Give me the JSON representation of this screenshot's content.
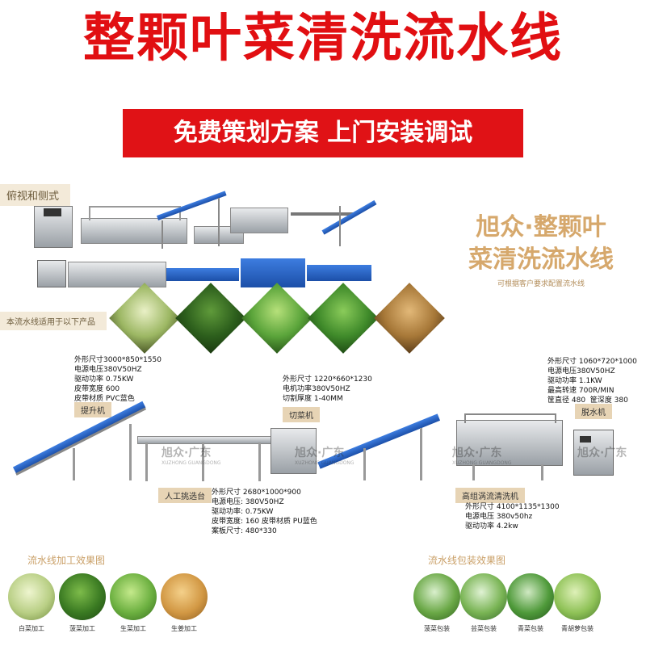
{
  "header": {
    "title": "整颗叶菜清洗流水线",
    "subtitle": "免费策划方案 上门安装调试"
  },
  "overview_tag": "俯视和侧式",
  "brand": {
    "line1": "旭众·整颗叶",
    "line2": "菜清洗流水线",
    "note": "可根据客户要求配置流水线"
  },
  "products_tag": "本流水线适用于以下产品",
  "machines": {
    "lift": {
      "label": "提升机",
      "spec": "外形尺寸3000*850*1550\n电源电压380V50HZ\n驱动功率 0.75KW\n皮带宽度 600\n皮带材质 PVC蓝色"
    },
    "cutter": {
      "label": "切菜机",
      "spec": "外形尺寸 1220*660*1230\n电机功率380V50HZ\n切割厚度 1-40MM"
    },
    "dewater": {
      "label": "脱水机",
      "spec": "外形尺寸 1060*720*1000\n电源电压380V50HZ\n驱动功率 1.1KW\n最高转速 700R/MIN\n筐直径 480  筐深度 380"
    },
    "picking": {
      "label": "人工挑选台",
      "spec": "外形尺寸 2680*1000*900\n电源电压: 380V50HZ\n驱动功率: 0.75KW\n皮带宽度: 160 皮带材质 PU蓝色\n案板尺寸: 480*330"
    },
    "washer": {
      "label": "高组涡流清洗机",
      "spec": "外形尺寸 4100*1135*1300\n电源电压 380v50hz\n驱动功率 4.2kw"
    }
  },
  "watermark": {
    "text": "旭众·广东",
    "small": "XUZHONG GUANGDONG"
  },
  "effects": {
    "processing_title": "流水线加工效果图",
    "processing_items": [
      "白菜加工",
      "菠菜加工",
      "生菜加工",
      "生姜加工"
    ],
    "packaging_title": "流水线包装效果图",
    "packaging_items": [
      "菠菜包装",
      "芸菜包装",
      "青菜包装",
      "青胡萝包装"
    ]
  },
  "colors": {
    "title_red": "#e10f12",
    "bar_red": "#e01216",
    "brand_gold": "#d6a86c",
    "tag_bg": "#f3ead9",
    "belt_blue": "#2a62c8"
  }
}
